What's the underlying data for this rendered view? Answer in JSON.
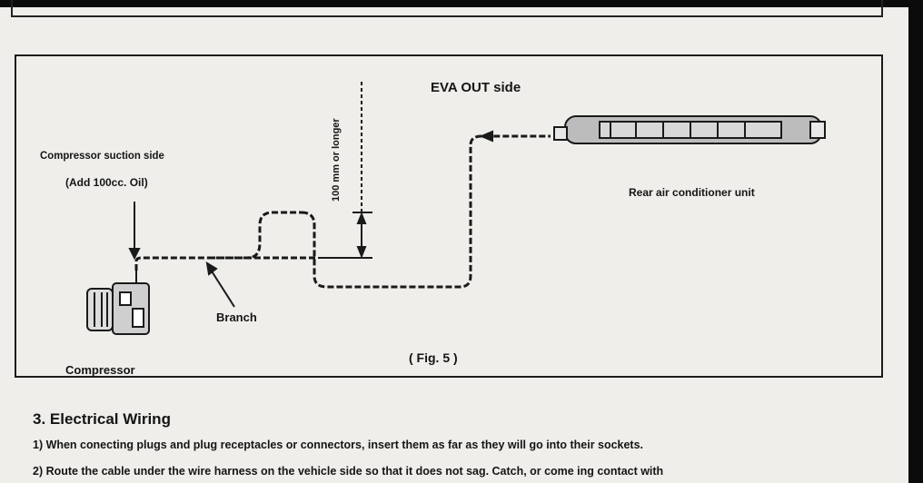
{
  "figure": {
    "eva_out_label": "EVA OUT side",
    "length_label": "100 mm or longer",
    "suction_label": "Compressor suction side",
    "oil_label": "(Add 100cc. Oil)",
    "rear_unit_label": "Rear air conditioner unit",
    "branch_label": "Branch",
    "compressor_label": "Compressor",
    "caption": "( Fig. 5 )"
  },
  "section": {
    "heading": "3. Electrical Wiring",
    "line1": "1) When conecting plugs and plug receptacles or connectors, insert them as far as they will go into their sockets.",
    "line2": "2) Route the cable under the wire harness on the vehicle side so that it does not sag. Catch, or come ing contact with"
  }
}
